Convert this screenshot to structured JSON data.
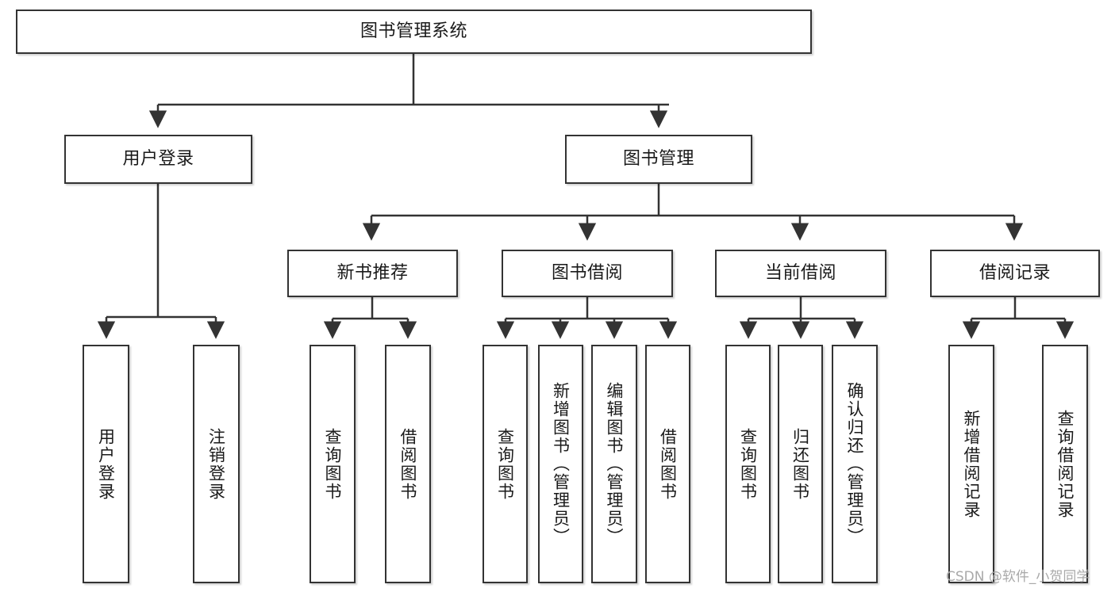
{
  "diagram": {
    "type": "tree",
    "title": "图书管理系统",
    "root": {
      "id": "root",
      "label": "图书管理系统"
    },
    "level2": [
      {
        "id": "user-login",
        "label": "用户登录"
      },
      {
        "id": "book-manage",
        "label": "图书管理"
      }
    ],
    "level3": [
      {
        "id": "new-book-rec",
        "label": "新书推荐",
        "parent": "book-manage"
      },
      {
        "id": "book-borrow",
        "label": "图书借阅",
        "parent": "book-manage"
      },
      {
        "id": "current-borrow",
        "label": "当前借阅",
        "parent": "book-manage"
      },
      {
        "id": "borrow-record",
        "label": "借阅记录",
        "parent": "book-manage"
      }
    ],
    "leaves": [
      {
        "id": "leaf-user-login",
        "label": "用户登录",
        "parent": "user-login"
      },
      {
        "id": "leaf-logout",
        "label": "注销登录",
        "parent": "user-login"
      },
      {
        "id": "leaf-query-book-1",
        "label": "查询图书",
        "parent": "new-book-rec"
      },
      {
        "id": "leaf-borrow-book-1",
        "label": "借阅图书",
        "parent": "new-book-rec"
      },
      {
        "id": "leaf-query-book-2",
        "label": "查询图书",
        "parent": "book-borrow"
      },
      {
        "id": "leaf-add-book",
        "label": "新增图书（管理员）",
        "parent": "book-borrow"
      },
      {
        "id": "leaf-edit-book",
        "label": "编辑图书（管理员）",
        "parent": "book-borrow"
      },
      {
        "id": "leaf-borrow-book-2",
        "label": "借阅图书",
        "parent": "book-borrow"
      },
      {
        "id": "leaf-query-book-3",
        "label": "查询图书",
        "parent": "current-borrow"
      },
      {
        "id": "leaf-return-book",
        "label": "归还图书",
        "parent": "current-borrow"
      },
      {
        "id": "leaf-confirm-return",
        "label": "确认归还（管理员）",
        "parent": "current-borrow"
      },
      {
        "id": "leaf-add-record",
        "label": "新增借阅记录",
        "parent": "borrow-record"
      },
      {
        "id": "leaf-query-record",
        "label": "查询借阅记录",
        "parent": "borrow-record"
      }
    ]
  },
  "watermark": {
    "text": "CSDN @软件_小贺同学"
  },
  "colors": {
    "stroke": "#333333",
    "background": "#ffffff",
    "text": "#1a1a1a",
    "watermark": "#a9a9a9"
  }
}
